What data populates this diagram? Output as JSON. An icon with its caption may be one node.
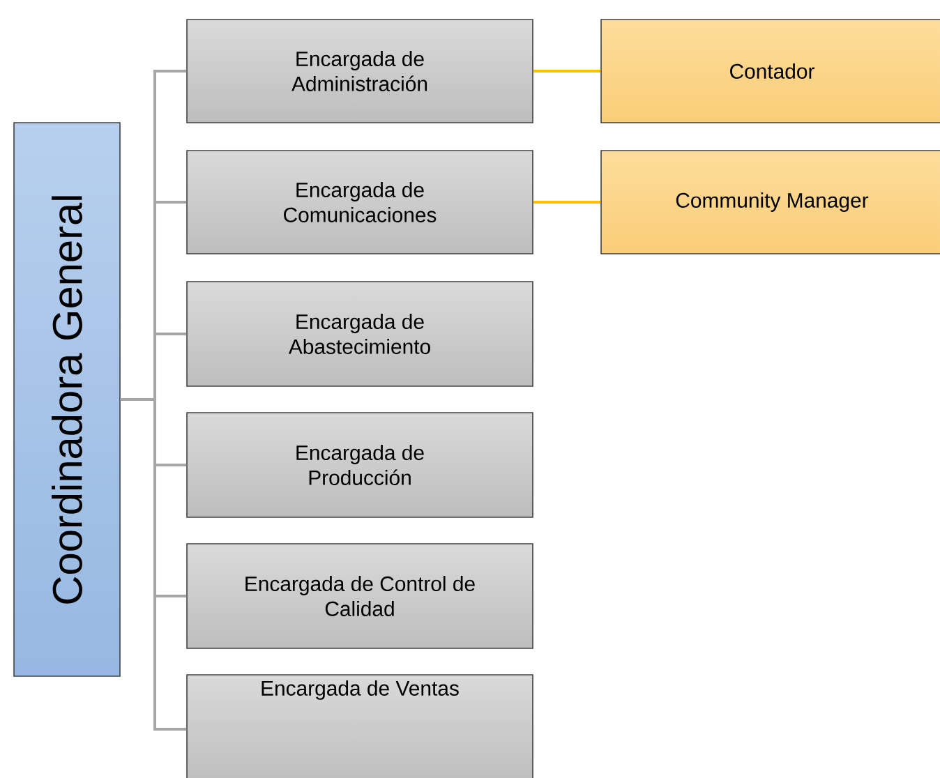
{
  "diagram": {
    "nodes": [
      {
        "text": [
          "Coordinadora General"
        ]
      },
      {
        "text": [
          "Encargada de Administración"
        ]
      },
      {
        "text": [
          "Encargada de Comunicaciones"
        ]
      },
      {
        "text": [
          "Encargada de Abastecimiento"
        ]
      },
      {
        "text": [
          "Encargada de Producción"
        ]
      },
      {
        "text": [
          "Encargada de Control de Calidad"
        ]
      },
      {
        "text": [
          "Encargada de Ventas"
        ]
      },
      {
        "text": [
          "Contador"
        ]
      },
      {
        "text": [
          "Community Manager"
        ]
      }
    ],
    "edges": [
      {
        "from": 0,
        "to": 1,
        "arrow": "none"
      },
      {
        "from": 0,
        "to": 2,
        "arrow": "none"
      },
      {
        "from": 0,
        "to": 3,
        "arrow": "none"
      },
      {
        "from": 0,
        "to": 4,
        "arrow": "none"
      },
      {
        "from": 0,
        "to": 5,
        "arrow": "none"
      },
      {
        "from": 0,
        "to": 6,
        "arrow": "none"
      },
      {
        "from": 1,
        "to": 7,
        "arrow": "none",
        "color": "#ffc000"
      },
      {
        "from": 2,
        "to": 8,
        "arrow": "none",
        "color": "#ffc000"
      }
    ]
  }
}
